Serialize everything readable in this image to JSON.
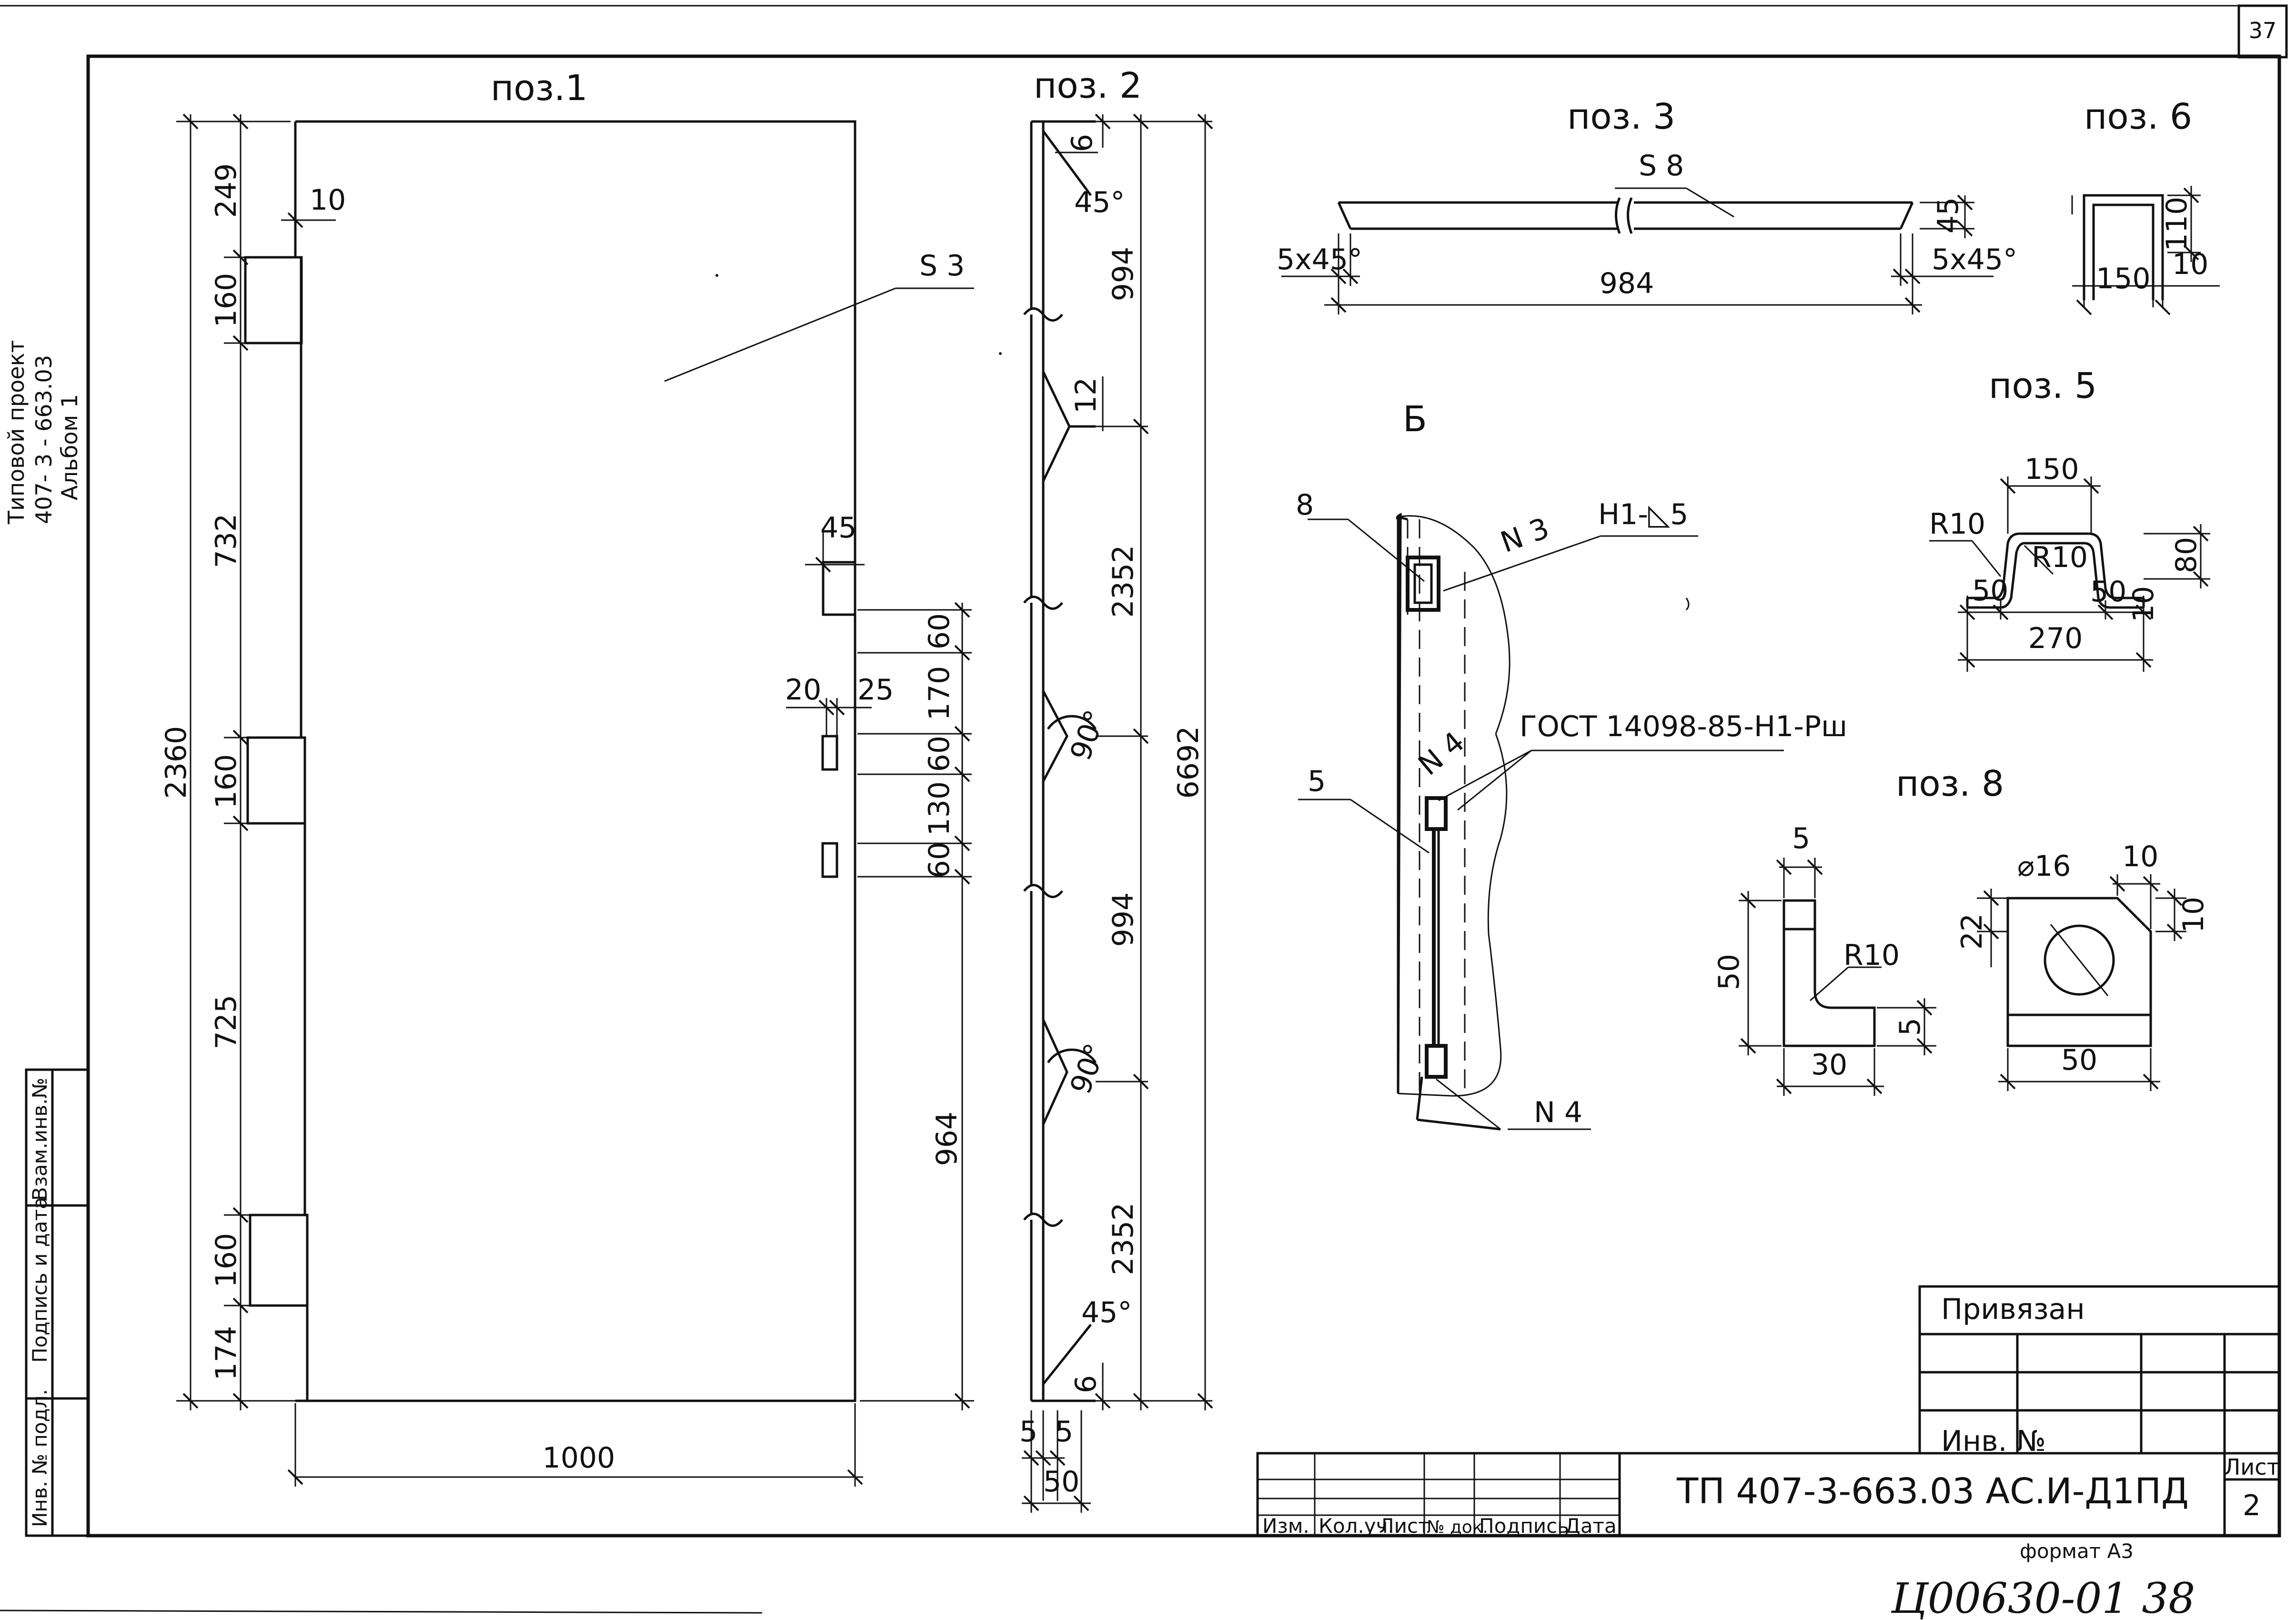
{
  "sheet": {
    "page_number": "37",
    "side_labels": [
      "Типовой проект",
      "407- 3 - 663.03",
      "Альбом 1"
    ],
    "stamp_fields": [
      "Взам.инв.№",
      "Подпись и дата",
      "Инв. № подл."
    ],
    "format": "формат А3",
    "handwritten_note": "Ц00630-01  38"
  },
  "title_block": {
    "bound_label": "Привязан",
    "inv_label": "Инв. №",
    "designation": "ТП    407-3-663.03    АС.И-Д1ПД",
    "sheet_label": "Лист",
    "sheet_number": "2",
    "columns": [
      "Изм.",
      "Кол.уч.",
      "Лист",
      "№ док.",
      "Подпись",
      "Дата"
    ]
  },
  "pos1": {
    "title": "поз.1",
    "material": "S 3",
    "dims_left": [
      "249",
      "160",
      "732",
      "160",
      "725",
      "160",
      "174"
    ],
    "dim_total": "2360",
    "dim_bottom": "1000",
    "dim_10": "10",
    "dim_45": "45",
    "dim_20": "20",
    "dim_25": "25",
    "dims_right": [
      "60",
      "170",
      "60",
      "130",
      "60"
    ],
    "dim_964": "964"
  },
  "pos2": {
    "title": "поз. 2",
    "dim_6_top": "6",
    "angle_45_top": "45°",
    "dim_994_a": "994",
    "dim_12": "12",
    "dim_2352_a": "2352",
    "angle_90_a": "90°",
    "dim_994_b": "994",
    "angle_90_b": "90°",
    "dim_2352_b": "2352",
    "angle_45_bot": "45°",
    "dim_6_bot": "6",
    "dim_total": "6692",
    "dim_5_a": "5",
    "dim_5_b": "5",
    "dim_50": "50"
  },
  "pos3": {
    "title": "поз. 3",
    "material": "S 8",
    "chamfer_left": "5х45°",
    "chamfer_right": "5х45°",
    "dim_45": "45",
    "dim_length": "984"
  },
  "pos6": {
    "title": "поз. 6",
    "dim_110": "110",
    "dim_10": "10",
    "dim_150": "150"
  },
  "pos5": {
    "title": "поз. 5",
    "dim_150": "150",
    "r10_a": "R10",
    "r10_b": "R10",
    "dim_80": "80",
    "dim_50_a": "50",
    "dim_50_b": "50",
    "dim_10": "10",
    "dim_270": "270"
  },
  "pos8": {
    "title": "поз. 8",
    "dim_5_top": "5",
    "dim_50_h": "50",
    "r10": "R10",
    "dim_5_side": "5",
    "dim_30": "30",
    "dia16": "⌀16",
    "dim_10_a": "10",
    "dim_10_b": "10",
    "dim_22": "22",
    "dim_50_w": "50"
  },
  "node_b": {
    "title": "Б",
    "label_8": "8",
    "label_n3": "N 3",
    "weld": "Н1-◺5",
    "gost": "ГОСТ 14098-85-Н1-Рш",
    "label_n4_a": "N 4",
    "label_5": "5",
    "label_n4_b": "N 4"
  }
}
